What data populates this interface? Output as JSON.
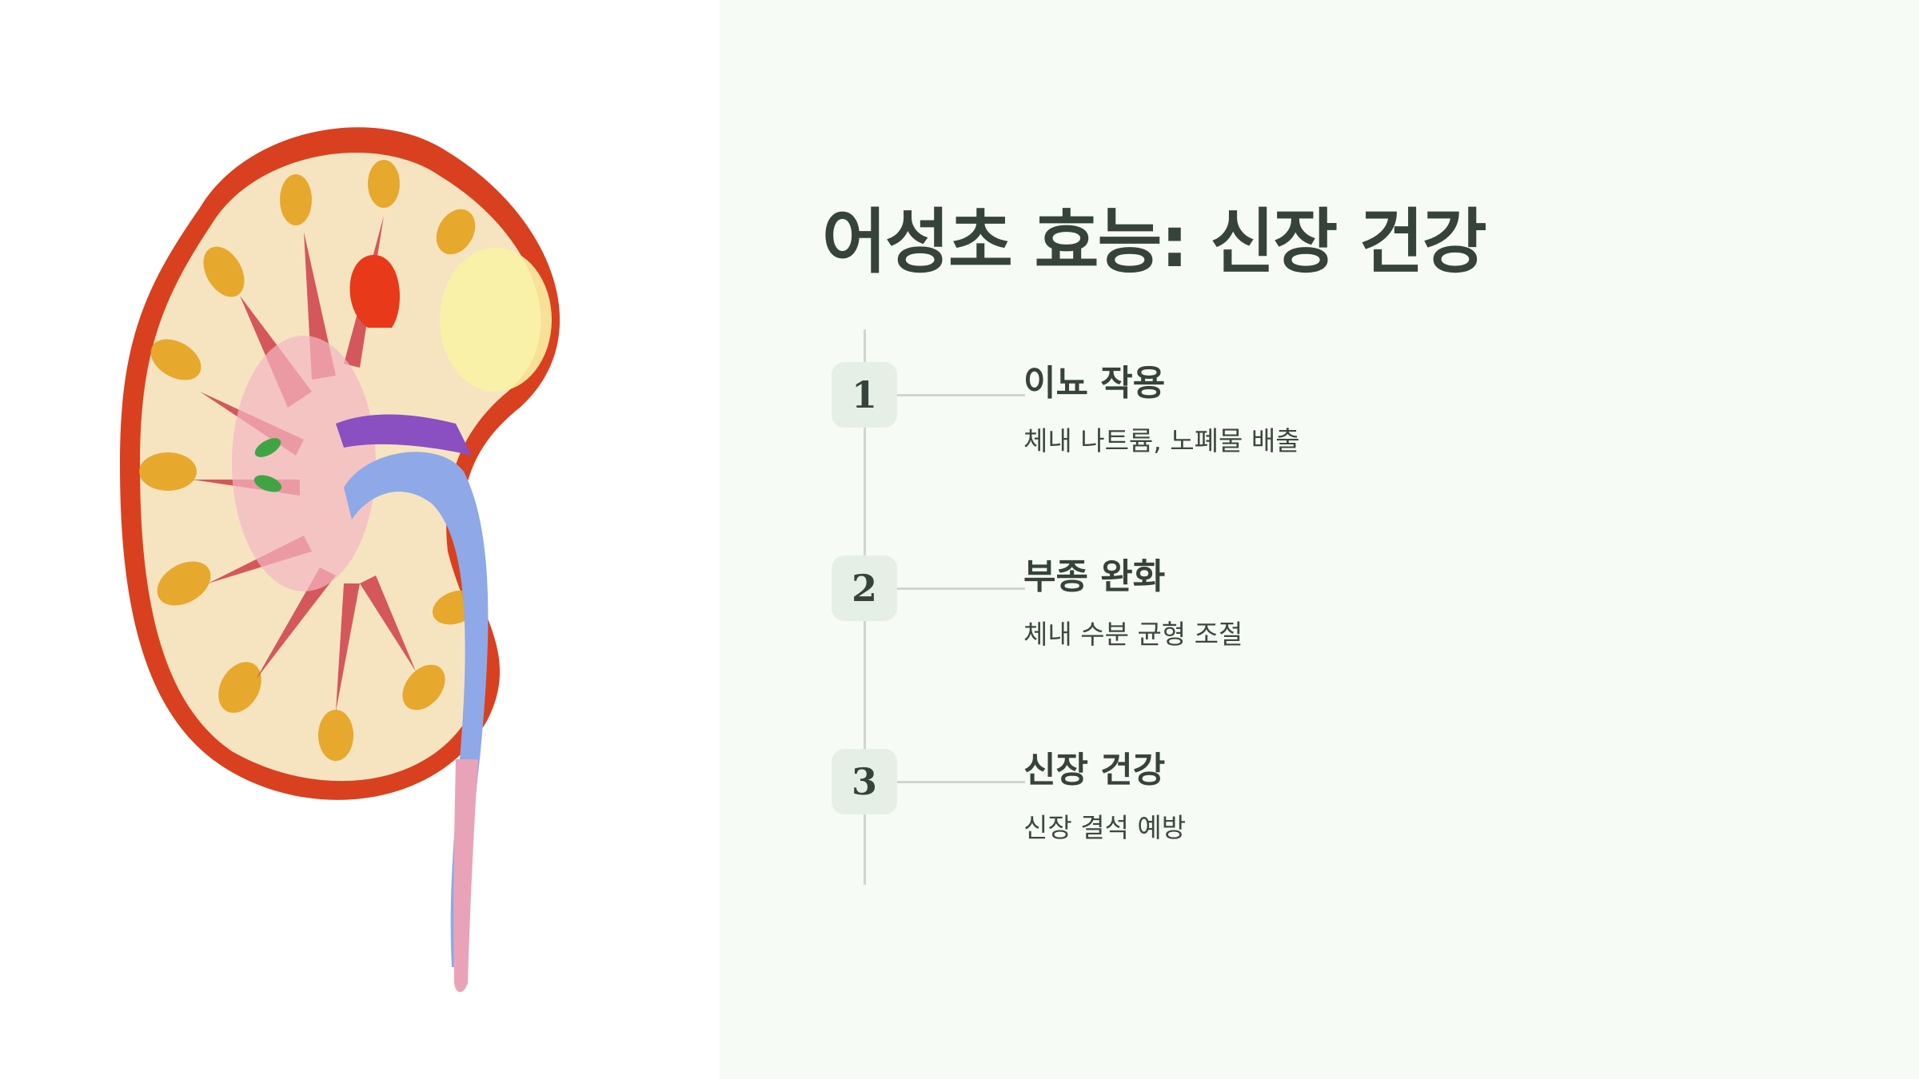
{
  "title": "어성초 효능: 신장 건강",
  "steps": [
    {
      "number": "1",
      "title": "이뇨 작용",
      "description": "체내 나트륨, 노폐물 배출"
    },
    {
      "number": "2",
      "title": "부종 완화",
      "description": "체내 수분 균형 조절"
    },
    {
      "number": "3",
      "title": "신장 건강",
      "description": "신장 결석 예방"
    }
  ],
  "colors": {
    "background_right": "#f6fbf5",
    "text_dark": "#35433b",
    "badge_bg": "#e6efe6",
    "line": "#cfd6cf"
  }
}
